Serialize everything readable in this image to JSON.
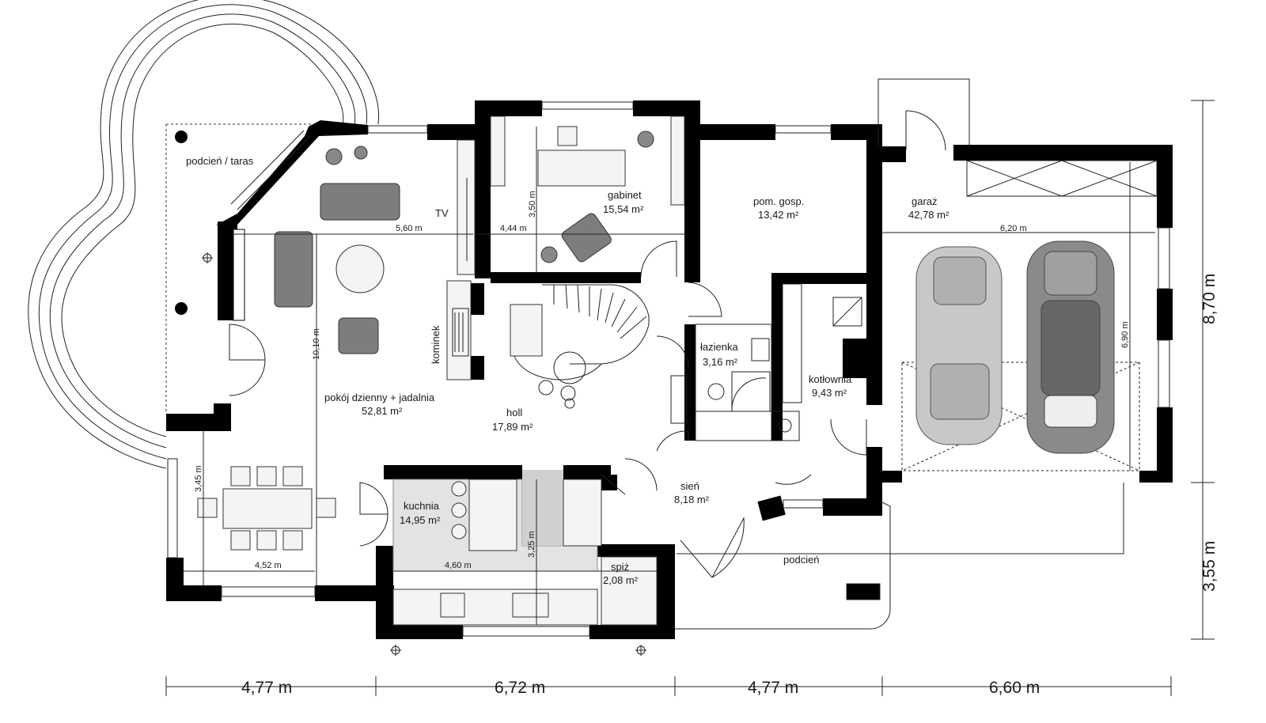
{
  "rooms": {
    "podcien_taras": {
      "label": "podcień / taras"
    },
    "tv": {
      "label": "TV"
    },
    "gabinet": {
      "label": "gabinet",
      "area": "15,54 m²"
    },
    "pom_gosp": {
      "label": "pom. gosp.",
      "area": "13,42 m²"
    },
    "garaz": {
      "label": "garaż",
      "area": "42,78 m²"
    },
    "kominek": {
      "label": "kominek"
    },
    "lazienka": {
      "label": "łazienka",
      "area": "3,16 m²"
    },
    "kotlownia": {
      "label": "kotłownia",
      "area": "9,43 m²"
    },
    "pokoj": {
      "label": "pokój dzienny + jadalnia",
      "area": "52,81 m²"
    },
    "holl": {
      "label": "holl",
      "area": "17,89 m²"
    },
    "sien": {
      "label": "sień",
      "area": "8,18 m²"
    },
    "kuchnia": {
      "label": "kuchnia",
      "area": "14,95 m²"
    },
    "spiz": {
      "label": "spiż",
      "area": "2,08 m²"
    },
    "podcien": {
      "label": "podcień"
    }
  },
  "dims": {
    "d_560": "5,60 m",
    "d_444": "4,44 m",
    "d_350": "3,50 m",
    "d_620": "6,20 m",
    "d_1010": "10,10 m",
    "d_690": "6,90 m",
    "d_345": "3,45 m",
    "d_452": "4,52 m",
    "d_460": "4,60 m",
    "d_325": "3,25 m",
    "overall_right_top": "8,70 m",
    "overall_right_bottom": "3,55 m",
    "bottom": [
      "4,77 m",
      "6,72 m",
      "4,77 m",
      "6,60 m"
    ]
  },
  "colors": {
    "wall": "#000000",
    "furniture": "#7d7d7d",
    "kitchen_floor": "#e3e3e3",
    "car_light": "#c8c8c8",
    "car_dark": "#7a7a7a"
  }
}
